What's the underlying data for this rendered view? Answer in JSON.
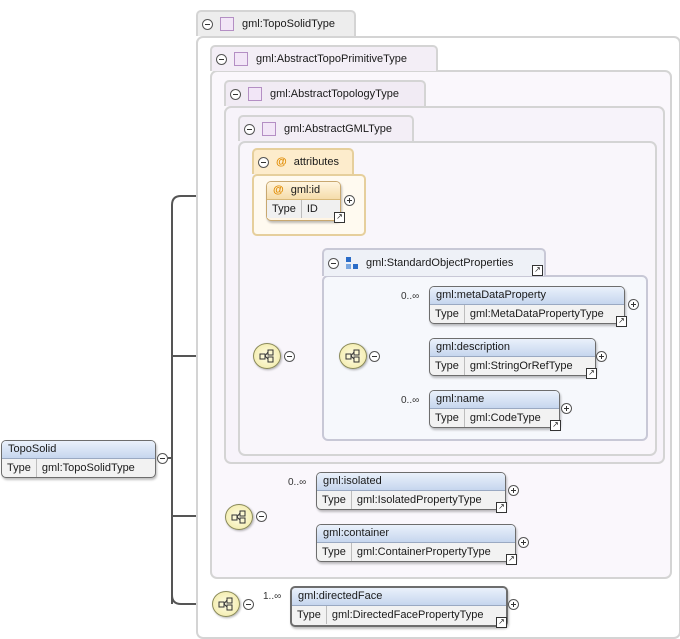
{
  "types": {
    "topo_solid_type": "gml:TopoSolidType",
    "abstract_topo_primitive_type": "gml:AbstractTopoPrimitiveType",
    "abstract_topology_type": "gml:AbstractTopologyType",
    "abstract_gml_type": "gml:AbstractGMLType"
  },
  "attributes": {
    "title": "attributes",
    "id": {
      "name": "gml:id",
      "type_key": "Type",
      "type_value": "ID"
    }
  },
  "group": {
    "name": "gml:StandardObjectProperties"
  },
  "root": {
    "name": "TopoSolid",
    "type_key": "Type",
    "type_value": "gml:TopoSolidType"
  },
  "elements": {
    "meta_data_property": {
      "name": "gml:metaDataProperty",
      "type_key": "Type",
      "type_value": "gml:MetaDataPropertyType",
      "occurs": "0..∞"
    },
    "description": {
      "name": "gml:description",
      "type_key": "Type",
      "type_value": "gml:StringOrRefType"
    },
    "name": {
      "name": "gml:name",
      "type_key": "Type",
      "type_value": "gml:CodeType",
      "occurs": "0..∞"
    },
    "isolated": {
      "name": "gml:isolated",
      "type_key": "Type",
      "type_value": "gml:IsolatedPropertyType",
      "occurs": "0..∞"
    },
    "container": {
      "name": "gml:container",
      "type_key": "Type",
      "type_value": "gml:ContainerPropertyType"
    },
    "directed_face": {
      "name": "gml:directedFace",
      "type_key": "Type",
      "type_value": "gml:DirectedFacePropertyType",
      "occurs": "1..∞"
    }
  }
}
